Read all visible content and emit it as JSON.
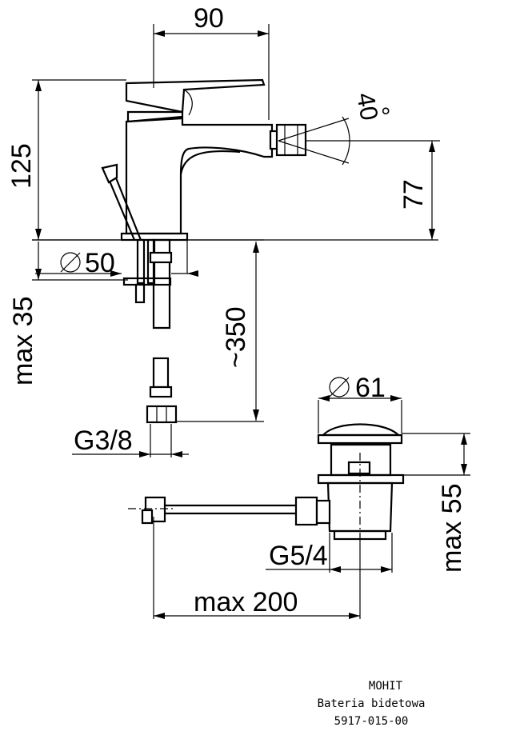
{
  "dimensions": {
    "width_90": "90",
    "height_125": "125",
    "angle_40": "40",
    "degree_sign": "°",
    "height_77": "77",
    "diameter_50": "50",
    "max_35": "max 35",
    "approx_350": "~350",
    "diameter_61": "61",
    "g3_8": "G3/8",
    "max_55": "max 55",
    "g5_4": "G5/4",
    "max_200": "max 200"
  },
  "title_block": {
    "brand": "MOHIT",
    "product": "Bateria bidetowa",
    "code": "5917-015-00"
  }
}
